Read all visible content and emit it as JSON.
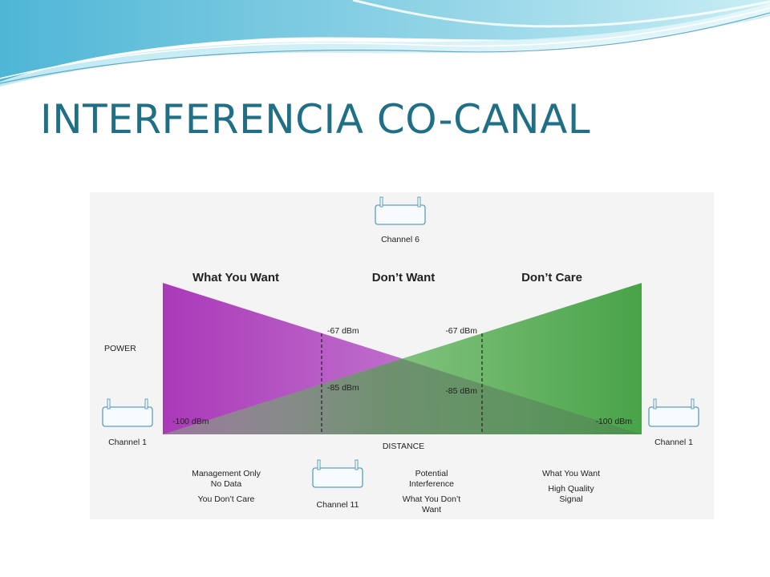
{
  "slide": {
    "title": "INTERFERENCIA CO-CANAL"
  },
  "diagram": {
    "headers": {
      "want": "What You Want",
      "dont_want": "Don’t Want",
      "dont_care": "Don’t Care"
    },
    "axis": {
      "y_label": "POWER",
      "x_label": "DISTANCE"
    },
    "levels": {
      "left_67": "-67 dBm",
      "right_67": "-67 dBm",
      "left_85": "-85 dBm",
      "right_85": "-85 dBm",
      "left_100": "-100 dBm",
      "right_100": "-100 dBm"
    },
    "access_points": {
      "top": "Channel 6",
      "left": "Channel 1",
      "right": "Channel 1",
      "bottom": "Channel 11"
    },
    "captions": {
      "left_line1": "Management Only",
      "left_line2": "No Data",
      "left_line3": "You Don’t Care",
      "mid_line1": "Potential",
      "mid_line2": "Interference",
      "mid_line3": "What You Don’t",
      "mid_line4": "Want",
      "right_line1": "What You Want",
      "right_line2": "High Quality",
      "right_line3": "Signal"
    },
    "colors": {
      "left_signal": "#a62fb5",
      "right_signal": "#3f9e3f",
      "title": "#1f6f86"
    }
  }
}
